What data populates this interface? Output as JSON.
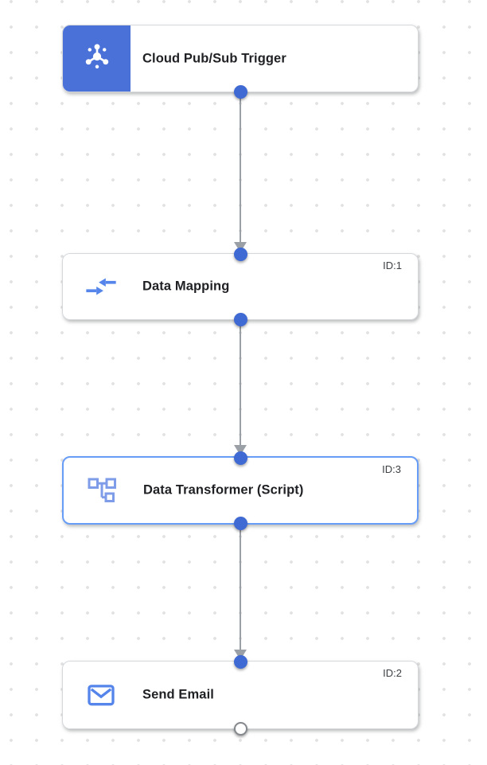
{
  "canvas": {
    "description": "workflow-editor-canvas",
    "grid": "dotted"
  },
  "colors": {
    "canvas_bg": "#ffffff",
    "grid_dot": "#e2e2e2",
    "trigger_block_blue": "#4a71d8",
    "port_blue": "#3f69d3",
    "port_open_border": "#85898d",
    "connector_gray": "#9aa0a6",
    "card_border": "#d6d9dc",
    "selected_border": "#679df6",
    "title_text": "#202124",
    "id_text": "#3c4043",
    "mapping_icon_blue": "#5585ea",
    "transformer_icon_blue": "#7f9ce8",
    "email_icon_blue": "#5585ea",
    "pubsub_icon_color": "#ffffff"
  },
  "nodes": [
    {
      "title": "Cloud Pub/Sub Trigger",
      "type": "trigger",
      "icon": "pubsub-icon",
      "ports": {
        "top": "none",
        "bottom": "filled"
      }
    },
    {
      "title": "Data Mapping",
      "type": "task",
      "badge": "ID:1",
      "icon": "data-mapping-icon",
      "ports": {
        "top": "filled",
        "bottom": "filled"
      }
    },
    {
      "title": "Data Transformer (Script)",
      "type": "task",
      "badge": "ID:3",
      "selected": true,
      "icon": "data-transformer-icon",
      "ports": {
        "top": "filled",
        "bottom": "filled"
      }
    },
    {
      "title": "Send Email",
      "type": "task",
      "badge": "ID:2",
      "icon": "email-icon",
      "ports": {
        "top": "filled",
        "bottom": "open"
      }
    }
  ],
  "edges": [
    {
      "from": "Cloud Pub/Sub Trigger",
      "to": "Data Mapping"
    },
    {
      "from": "Data Mapping",
      "to": "Data Transformer (Script)"
    },
    {
      "from": "Data Transformer (Script)",
      "to": "Send Email"
    }
  ]
}
